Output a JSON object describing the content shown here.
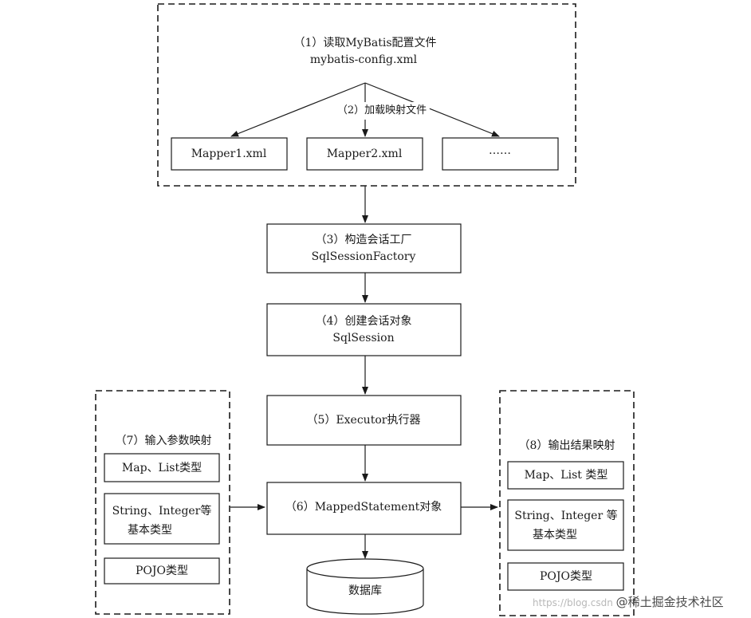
{
  "config": {
    "title": "（1）读取MyBatis配置文件",
    "file": "mybatis-config.xml",
    "load_label": "（2）加载映射文件",
    "mappers": [
      "Mapper1.xml",
      "Mapper2.xml",
      "……"
    ]
  },
  "steps": [
    {
      "line1": "（3）构造会话工厂",
      "line2": "SqlSessionFactory"
    },
    {
      "line1": "（4）创建会话对象",
      "line2": "SqlSession"
    },
    {
      "line1": "（5）Executor执行器",
      "line2": ""
    },
    {
      "line1": "（6）MappedStatement对象",
      "line2": ""
    }
  ],
  "database": "数据库",
  "input_mapping": {
    "title": "（7）输入参数映射",
    "types": [
      {
        "line1": "Map、List类型",
        "line2": ""
      },
      {
        "line1": "String、Integer等",
        "line2": "基本类型"
      },
      {
        "line1": "POJO类型",
        "line2": ""
      }
    ]
  },
  "output_mapping": {
    "title": "（8）输出结果映射",
    "types": [
      {
        "line1": "Map、List 类型",
        "line2": ""
      },
      {
        "line1": "String、Integer 等",
        "line2": "基本类型"
      },
      {
        "line1": "POJO类型",
        "line2": ""
      }
    ]
  },
  "watermark": {
    "url": "https://blog.csdn",
    "brand": "@稀土掘金技术社区"
  }
}
